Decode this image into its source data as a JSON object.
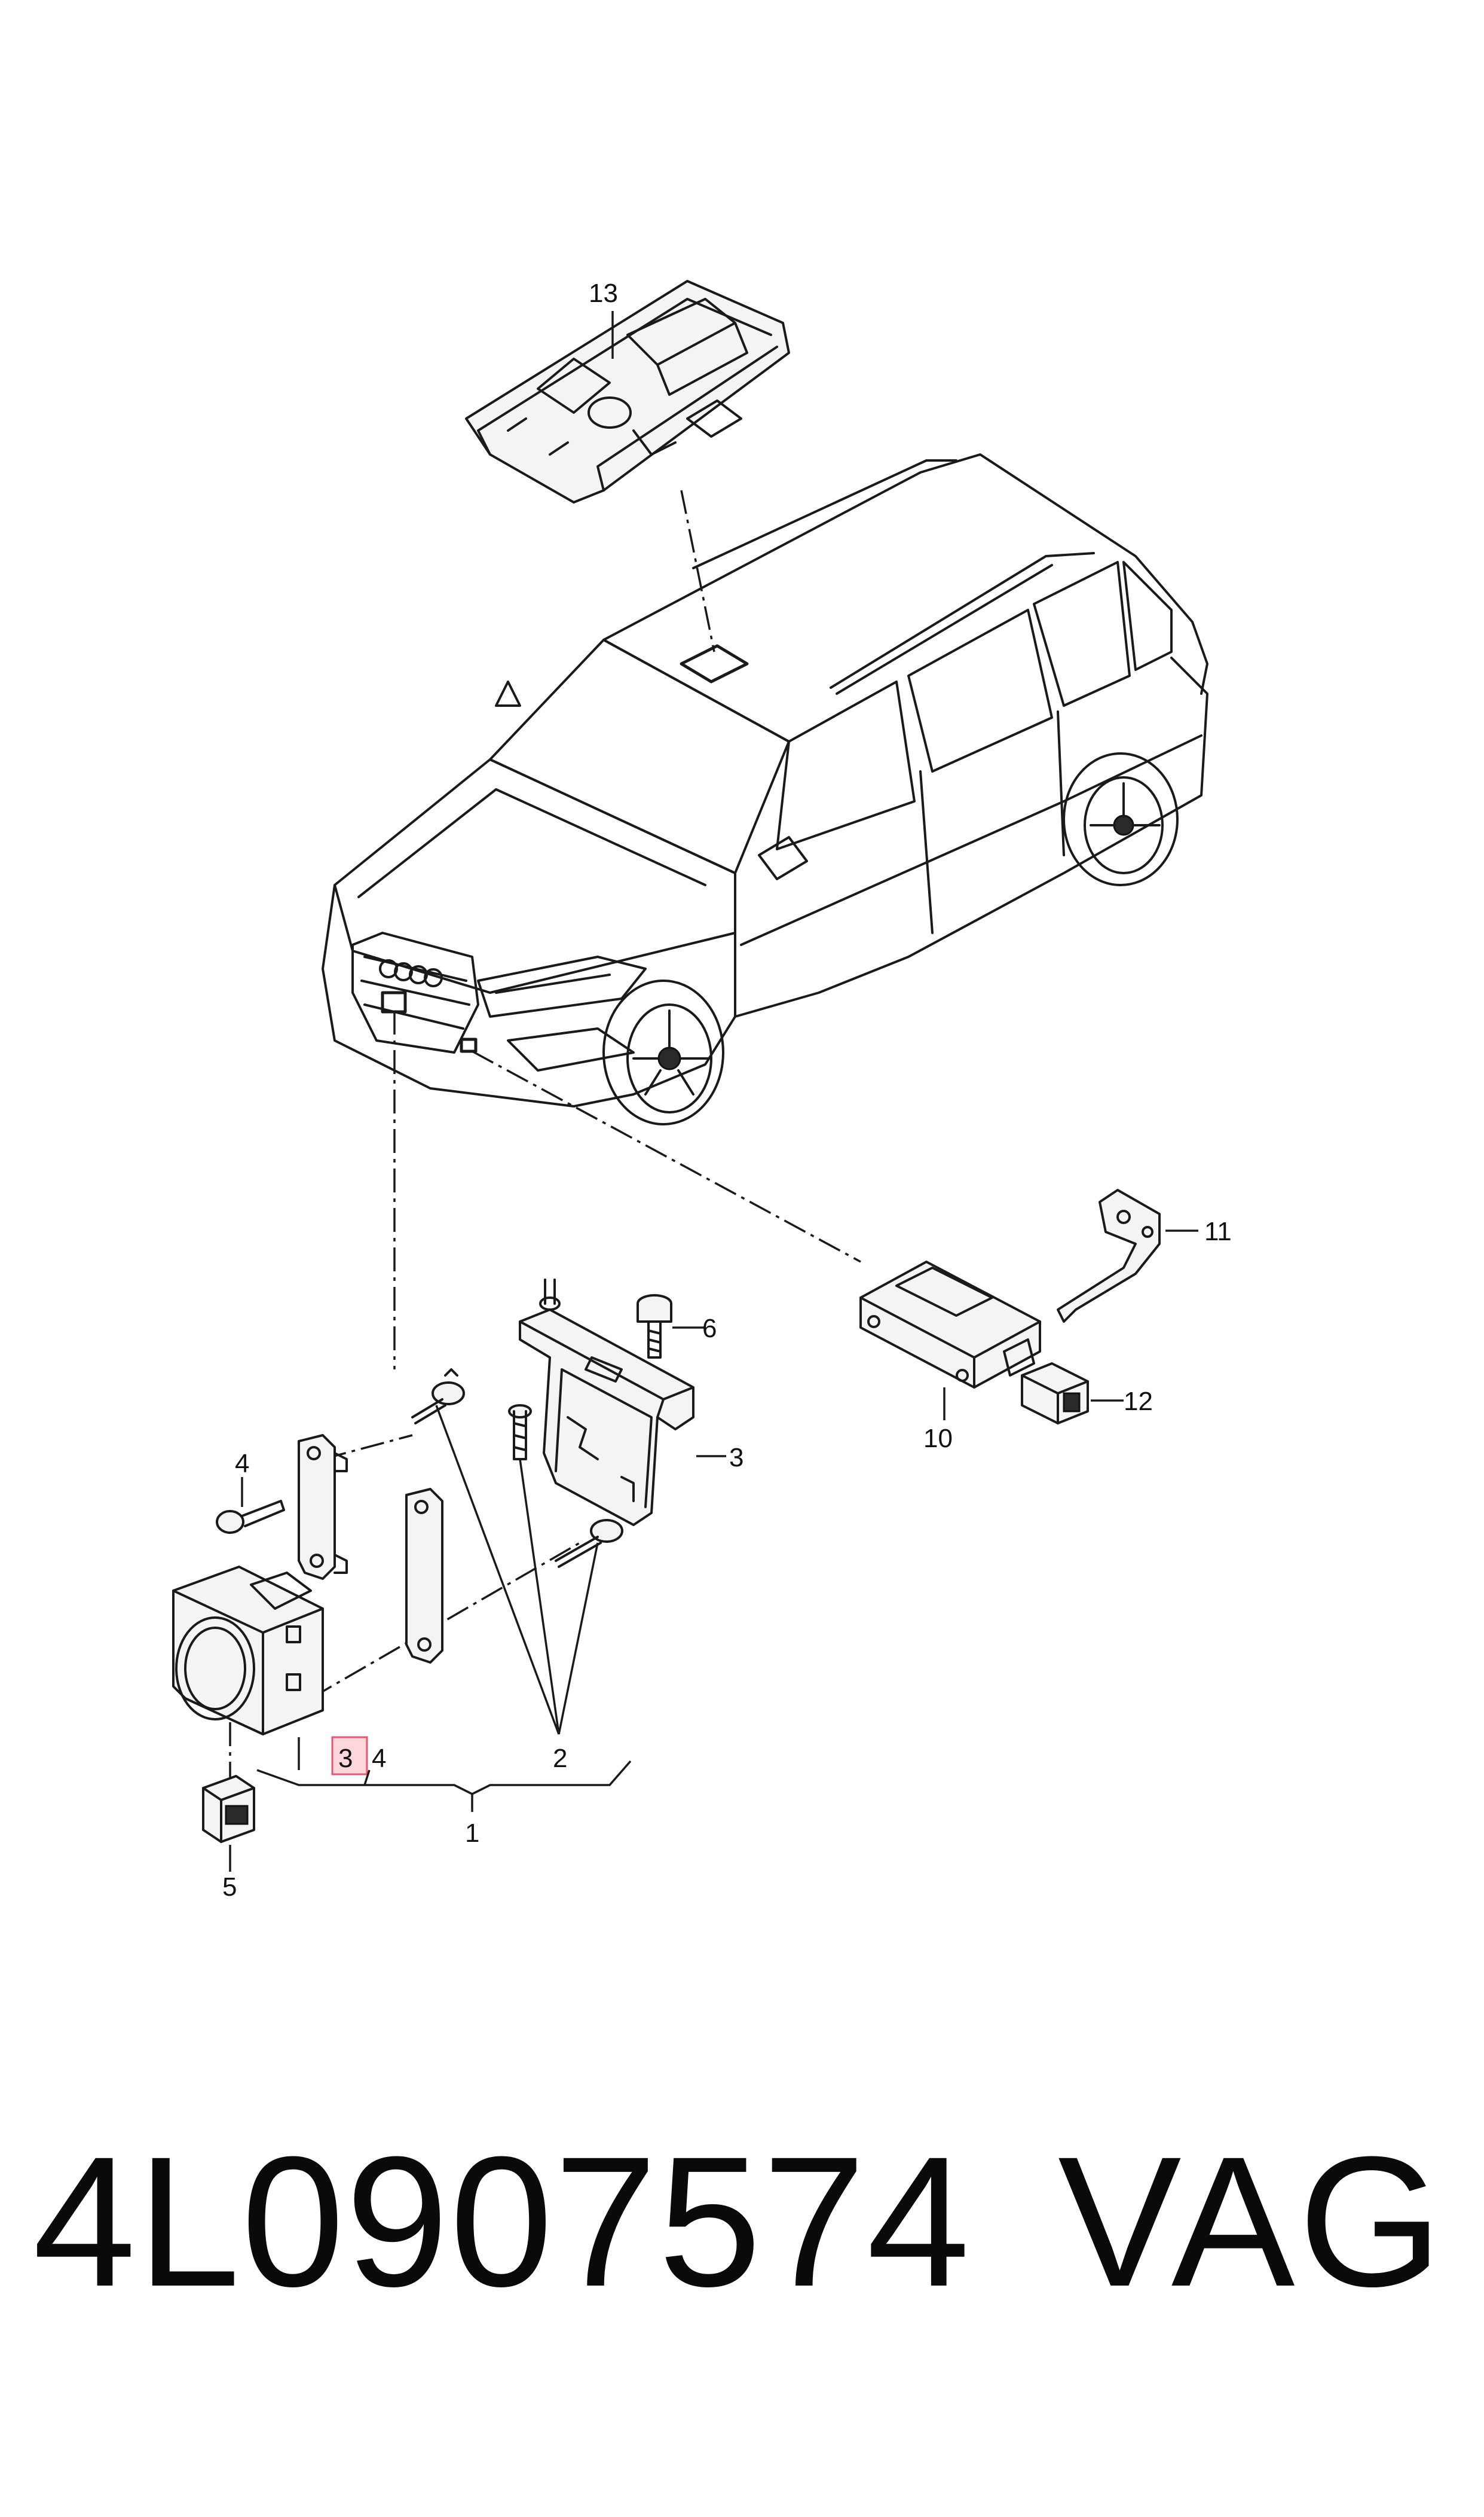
{
  "callouts": {
    "c1": "1",
    "c2": "2",
    "c3_bracket": "3",
    "c3_highlight": "3",
    "c4_top": "4",
    "c4_bottom": "4",
    "c5": "5",
    "c6": "6",
    "c10": "10",
    "c11": "11",
    "c12": "12",
    "c13": "13"
  },
  "footer": {
    "part_number": "4L0907574",
    "brand": "VAG"
  },
  "colors": {
    "line": "#1a1a1a",
    "highlight_fill": "#ffd6dc",
    "highlight_stroke": "#e05a6e"
  }
}
